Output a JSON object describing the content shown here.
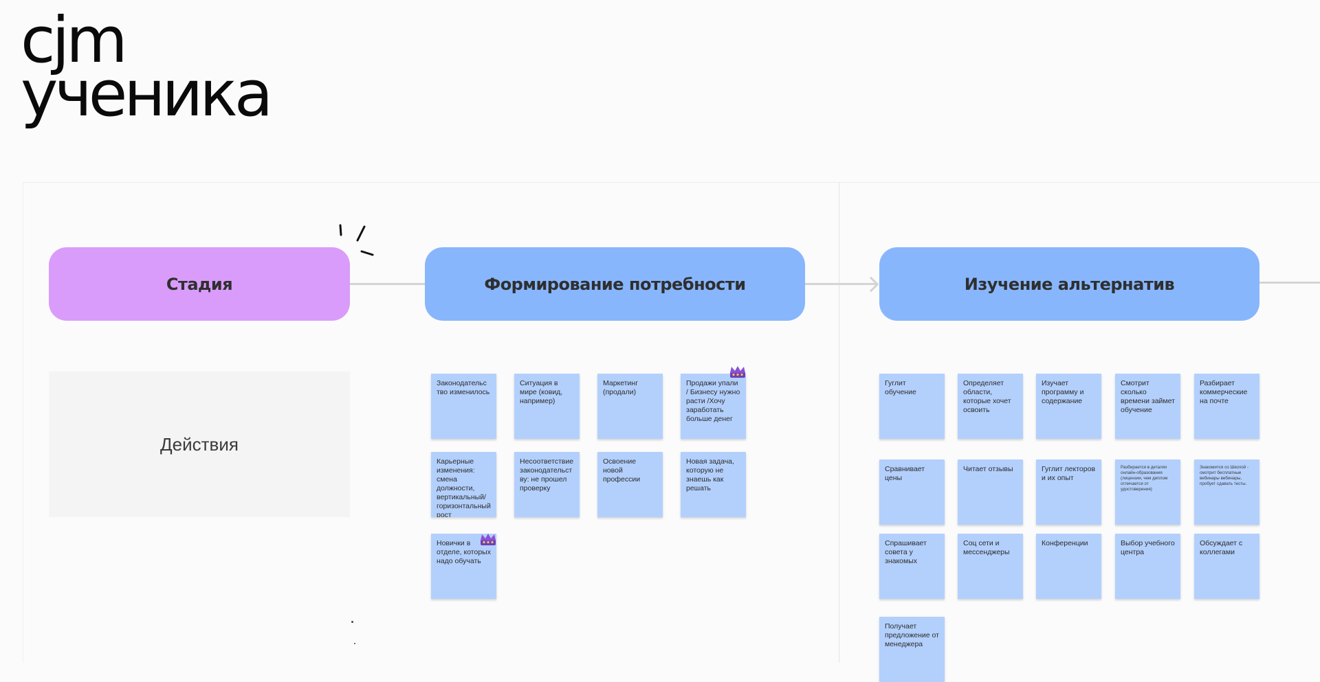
{
  "title": {
    "line1": "cjm",
    "line2": "ученика"
  },
  "stages": {
    "label": "Стадия",
    "items": [
      "Формирование потребности",
      "Изучение альтернатив"
    ]
  },
  "rows": {
    "actions_label": "Действия"
  },
  "notes": {
    "need_formation": [
      "Законодательс тво изменилось",
      "Ситуация в мире (ковид, например)",
      "Маркетинг (продали)",
      "Продажи упали / Бизнесу нужно расти /Хочу заработать больше денег",
      "Карьерные изменения: смена должности, вертикальный/ горизонтальный рост",
      "Несоответствие законодательст ву: не прошел проверку",
      "Освоение новой профессии",
      "Новая задача, которую не знаешь как решать",
      "Новички в отделе, которых надо обучать"
    ],
    "alternatives": [
      "Гуглит обучение",
      "Определяет области, которые хочет освоить",
      "Изучает программу и содержание",
      "Смотрит сколько времени займет обучение",
      "Разбирает коммерческие на почте",
      "Сравнивает цены",
      "Читает отзывы",
      "Гуглит лекторов и их опыт",
      "Разбирается в деталях онлайн-образования (лицензии, чем диплом отличается от удостоверения)",
      "Знакомится со Школой - смотрит бесплатные вебинары вебинары, пробует сдавать тесты.",
      "Спрашивает совета у знакомых",
      "Соц сети и мессенджеры",
      "Конференции",
      "Выбор учебного центра",
      "Обсуждает с коллегами",
      "Получает предложение от менеджера"
    ]
  },
  "icons": {
    "crown": "crown-icon",
    "sparkle": "sparkle-doodle-icon",
    "arrow": "arrow-right-icon"
  },
  "colors": {
    "stage_label": "#d99cfb",
    "stage": "#88b6fc",
    "note": "#b3d0fd",
    "connector": "#d4d4d4",
    "crown": "#8c4fd6"
  }
}
